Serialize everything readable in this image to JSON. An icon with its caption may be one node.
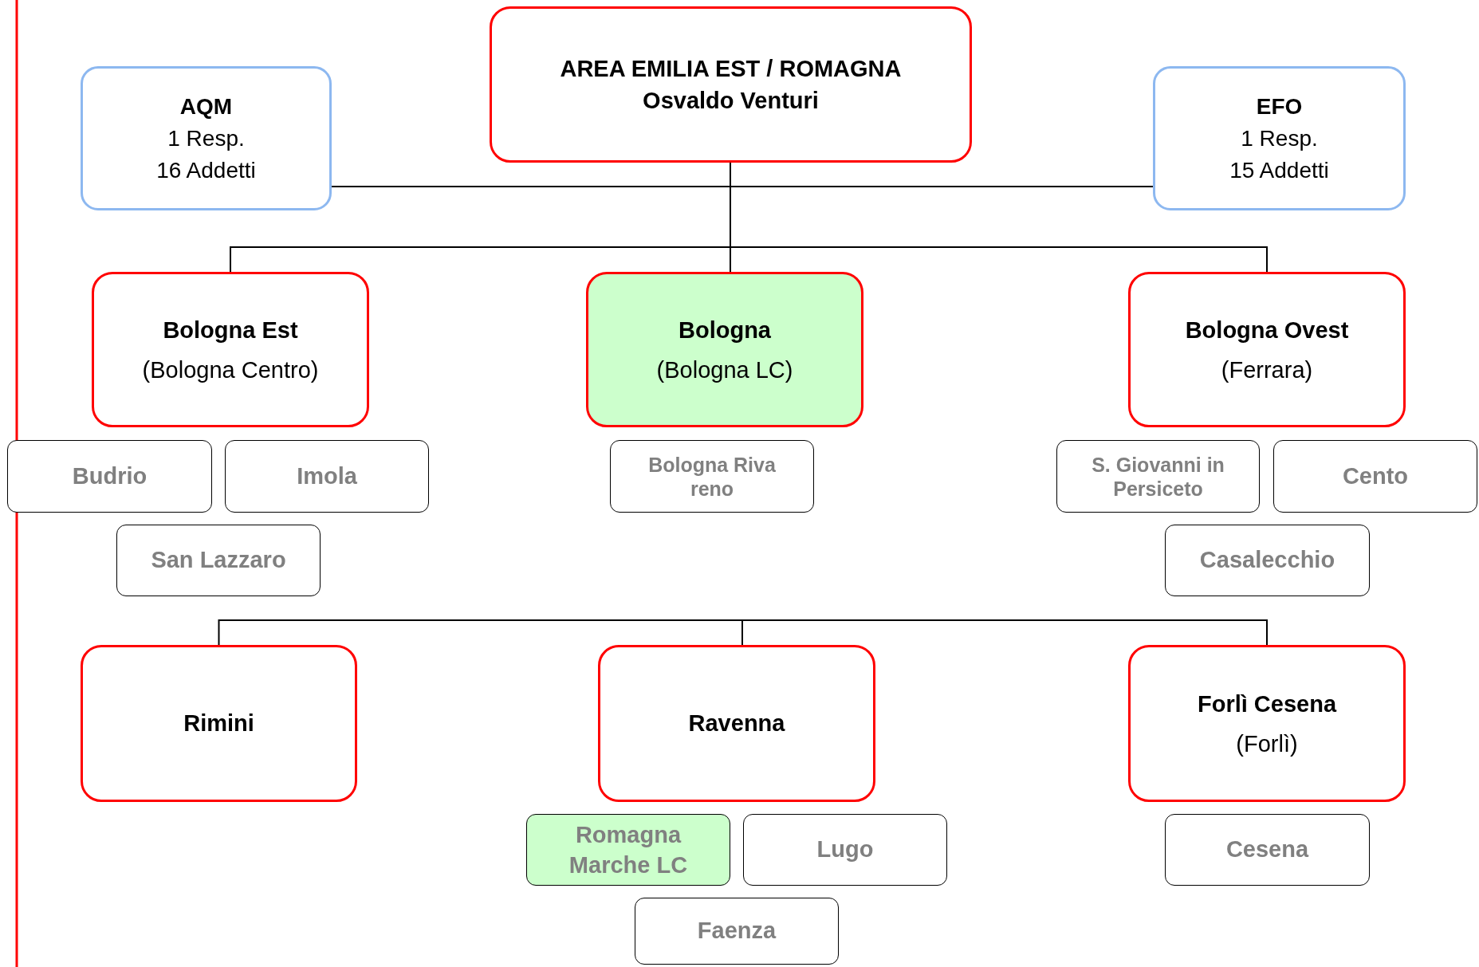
{
  "diagram": {
    "nodes": [
      {
        "text": [
          "AREA EMILIA EST / ROMAGNA",
          "Osvaldo Venturi"
        ]
      },
      {
        "text": [
          "AQM",
          "1 Resp.",
          "16 Addetti"
        ]
      },
      {
        "text": [
          "EFO",
          "1 Resp.",
          "15 Addetti"
        ]
      },
      {
        "text": [
          "Bologna Est",
          "(Bologna Centro)"
        ]
      },
      {
        "text": [
          "Bologna",
          "(Bologna LC)"
        ]
      },
      {
        "text": [
          "Bologna Ovest",
          "(Ferrara)"
        ]
      },
      {
        "text": [
          "Budrio"
        ]
      },
      {
        "text": [
          "Imola"
        ]
      },
      {
        "text": [
          "Bologna Riva reno"
        ]
      },
      {
        "text": [
          "S. Giovanni in Persiceto"
        ]
      },
      {
        "text": [
          "Cento"
        ]
      },
      {
        "text": [
          "San Lazzaro"
        ]
      },
      {
        "text": [
          "Casalecchio"
        ]
      },
      {
        "text": [
          "Rimini"
        ]
      },
      {
        "text": [
          "Ravenna"
        ]
      },
      {
        "text": [
          "Forlì Cesena",
          "(Forlì)"
        ]
      },
      {
        "text": [
          "Romagna Marche LC"
        ]
      },
      {
        "text": [
          "Lugo"
        ]
      },
      {
        "text": [
          "Cesena"
        ]
      },
      {
        "text": [
          "Faenza"
        ]
      }
    ],
    "edges": [
      {
        "from": 0,
        "to": 1,
        "arrow": "none"
      },
      {
        "from": 0,
        "to": 2,
        "arrow": "none"
      },
      {
        "from": 0,
        "to": 3,
        "arrow": "none"
      },
      {
        "from": 0,
        "to": 4,
        "arrow": "none"
      },
      {
        "from": 0,
        "to": 5,
        "arrow": "none"
      },
      {
        "from": 14,
        "to": 13,
        "arrow": "none"
      },
      {
        "from": 14,
        "to": 15,
        "arrow": "none"
      }
    ]
  }
}
